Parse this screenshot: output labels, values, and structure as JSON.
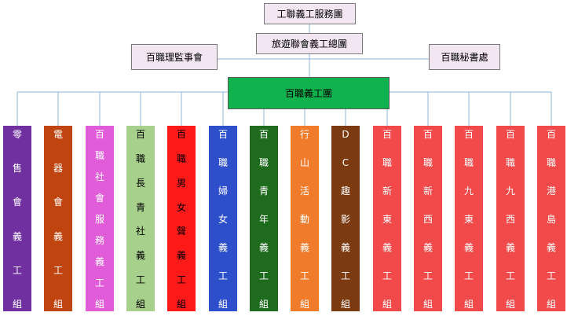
{
  "top_unit": "工聯義工服務團",
  "parent_unit": "旅遊聯會義工總團",
  "left_unit": "百職理監事會",
  "right_unit": "百職秘書處",
  "main_unit": "百職義工團",
  "groups": [
    {
      "name": "零售會義工組",
      "color": "#7030a0",
      "text_color": "#ffffff"
    },
    {
      "name": "電器會義工組",
      "color": "#c0440f",
      "text_color": "#ffffff"
    },
    {
      "name": "百職社會服務義工組",
      "color": "#e05cd8",
      "text_color": "#ffffff"
    },
    {
      "name": "百職長青社義工組",
      "color": "#a8d08d",
      "text_color": "#000000"
    },
    {
      "name": "百職男女聲義工組",
      "color": "#ff1a1a",
      "text_color": "#000000"
    },
    {
      "name": "百職婦女義工組",
      "color": "#2e4fcc",
      "text_color": "#ffffff"
    },
    {
      "name": "百職青年義工組",
      "color": "#1e6b1e",
      "text_color": "#ffffff"
    },
    {
      "name": "行山活動義工組",
      "color": "#f07b2a",
      "text_color": "#ffffff"
    },
    {
      "name": "DC趣影義工組",
      "color": "#7b3a0f",
      "text_color": "#ffffff"
    },
    {
      "name": "百職新東義工組",
      "color": "#f24a4a",
      "text_color": "#ffffff"
    },
    {
      "name": "百職新西義工組",
      "color": "#f24a4a",
      "text_color": "#ffffff"
    },
    {
      "name": "百職九東義工組",
      "color": "#f24a4a",
      "text_color": "#ffffff"
    },
    {
      "name": "百職九西義工組",
      "color": "#f24a4a",
      "text_color": "#ffffff"
    },
    {
      "name": "百職港島義工組",
      "color": "#f24a4a",
      "text_color": "#ffffff"
    }
  ],
  "line_color": "#8fb3d9"
}
